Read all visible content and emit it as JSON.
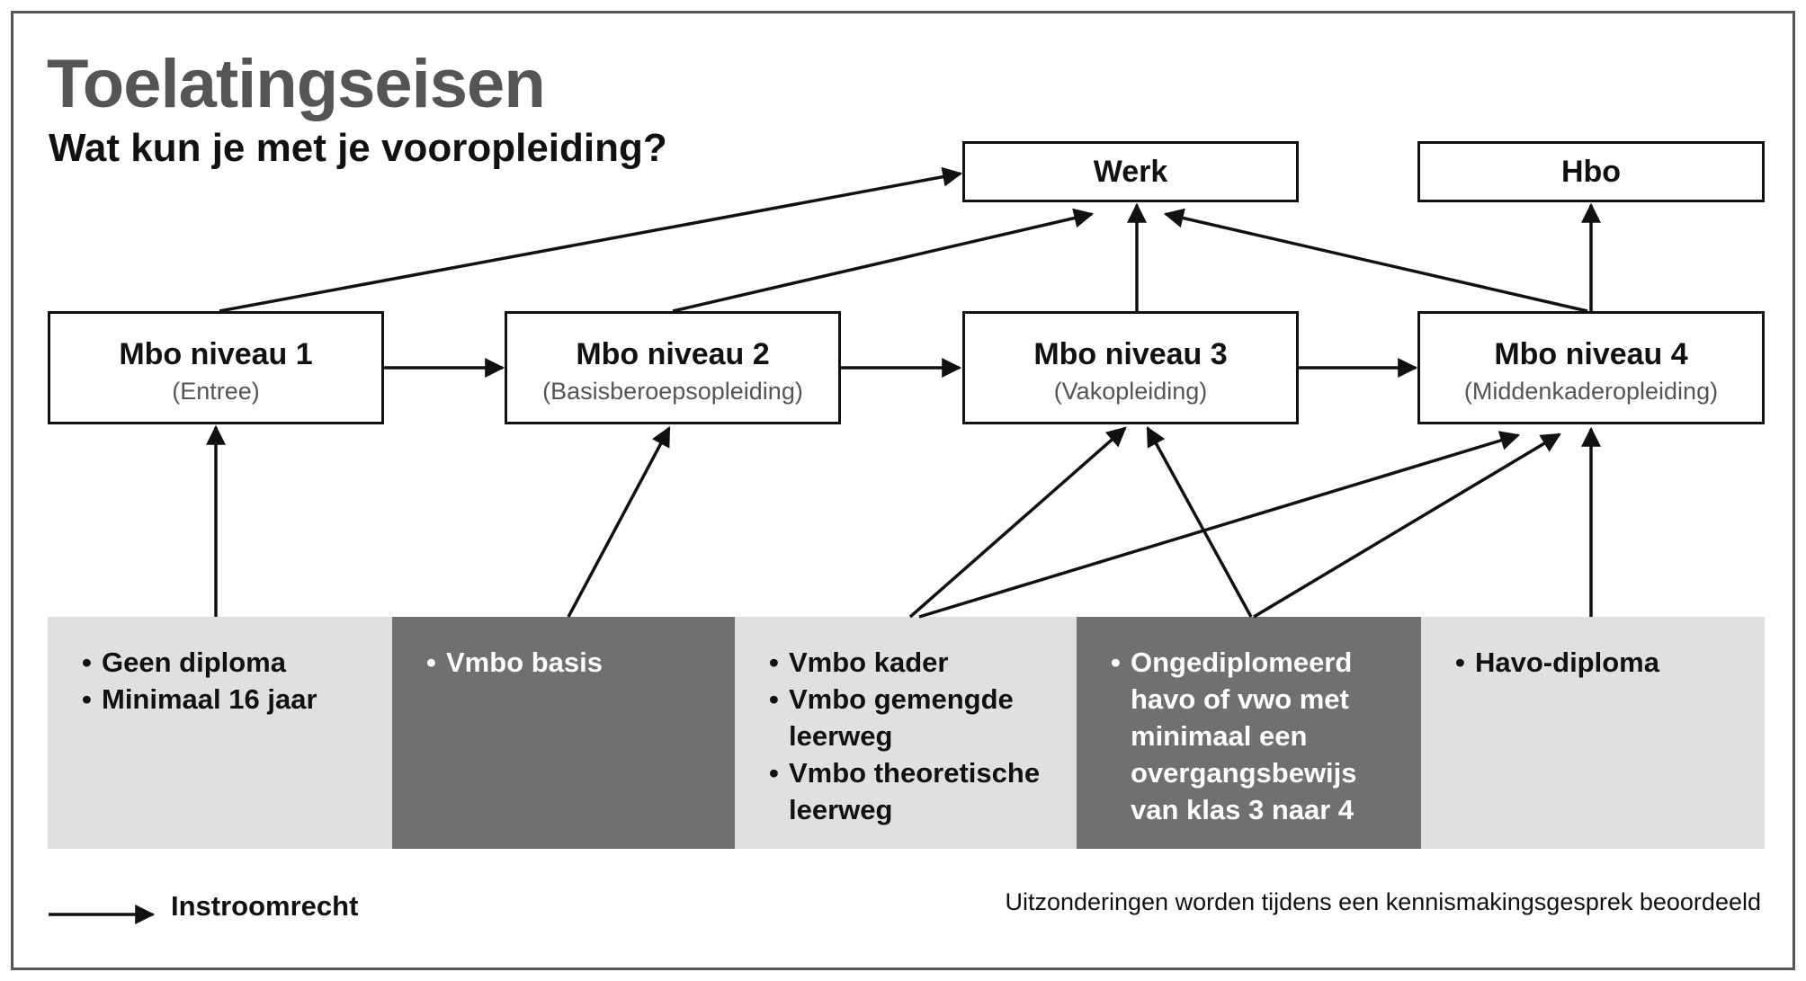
{
  "title": "Toelatingseisen",
  "subtitle": "Wat kun je met je vooropleiding?",
  "top_boxes": {
    "werk": "Werk",
    "hbo": "Hbo"
  },
  "levels": [
    {
      "name": "Mbo niveau 1",
      "sub": "(Entree)"
    },
    {
      "name": "Mbo niveau 2",
      "sub": "(Basisberoepsopleiding)"
    },
    {
      "name": "Mbo niveau 3",
      "sub": "(Vakopleiding)"
    },
    {
      "name": "Mbo niveau 4",
      "sub": "(Middenkaderopleiding)"
    }
  ],
  "prerequisites": [
    {
      "items": [
        "Geen diploma",
        "Minimaal 16 jaar"
      ]
    },
    {
      "items": [
        "Vmbo basis"
      ]
    },
    {
      "items": [
        "Vmbo kader",
        "Vmbo gemengde leerweg",
        "Vmbo theoretische leerweg"
      ]
    },
    {
      "items": [
        "Ongediplomeerd havo of vwo met minimaal een overgangsbewijs van klas 3 naar 4"
      ]
    },
    {
      "items": [
        "Havo-diploma"
      ]
    }
  ],
  "legend": {
    "label": "Instroomrecht"
  },
  "note": "Uitzonderingen worden tijdens een kennismakingsgesprek beoordeeld",
  "colors": {
    "panel_light": "#e0e0e0",
    "panel_dark": "#707070",
    "title_gray": "#555555",
    "line": "#111111"
  }
}
